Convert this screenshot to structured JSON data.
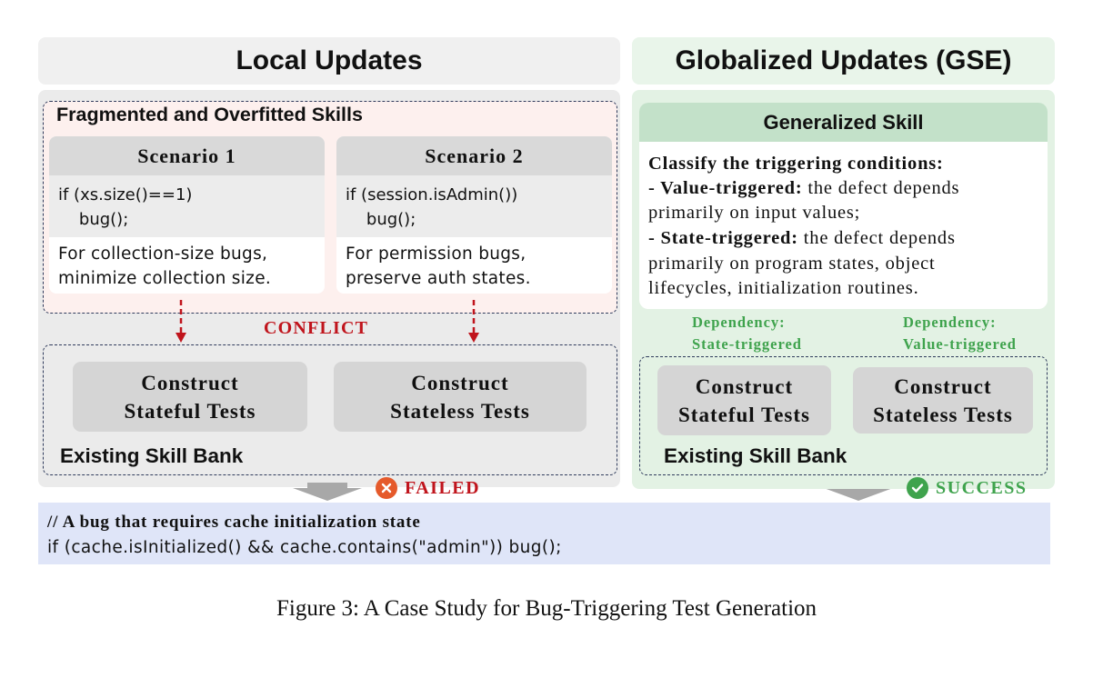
{
  "left": {
    "header": "Local Updates",
    "fragmented_title": "Fragmented and Overfitted Skills",
    "scenario1": {
      "title": "Scenario 1",
      "code_line1": "if (xs.size()==1)",
      "code_line2": "    bug();",
      "text_line1": "For collection-size bugs,",
      "text_line2": "minimize collection size."
    },
    "scenario2": {
      "title": "Scenario 2",
      "code_line1": "if (session.isAdmin())",
      "code_line2": "    bug();",
      "text_line1": "For permission bugs,",
      "text_line2": "preserve auth states."
    },
    "conflict_label": "CONFLICT",
    "skill1": "Construct\nStateful Tests",
    "skill2": "Construct\nStateless Tests",
    "bank_label": "Existing Skill Bank",
    "status": "FAILED"
  },
  "right": {
    "header": "Globalized Updates (GSE)",
    "generalized_title": "Generalized Skill",
    "rule_title": "Classify the triggering conditions:",
    "value_label": "- Value-triggered:",
    "value_text": " the defect depends",
    "value_text2": "primarily on input values;",
    "state_label": "- State-triggered:",
    "state_text": " the defect depends",
    "state_text2": "primarily on program states, object",
    "state_text3": "lifecycles, initialization routines.",
    "dep1": "Dependency:\nState-triggered",
    "dep2": "Dependency:\nValue-triggered",
    "skill1": "Construct\nStateful Tests",
    "skill2": "Construct\nStateless Tests",
    "bank_label": "Existing Skill Bank",
    "status": "SUCCESS"
  },
  "code": {
    "comment": "// A bug that requires cache initialization state",
    "line": "if (cache.isInitialized() && cache.contains(\"admin\")) bug();"
  },
  "caption": "Figure 3: A Case Study for Bug-Triggering Test Generation",
  "colors": {
    "conflict_red": "#c0141c",
    "success_green": "#3fa34d",
    "code_bg": "#dfe5f8",
    "generalized_header": "#c3e1c9"
  }
}
